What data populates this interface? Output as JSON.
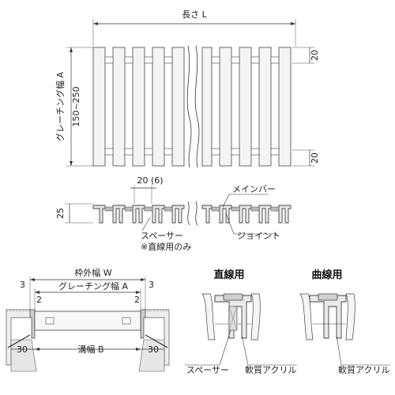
{
  "top_view": {
    "length_label": "長さ L",
    "width_label": "グレーチング幅 A",
    "width_range": "150~250",
    "dim_top_right": "20",
    "dim_bottom_right": "20"
  },
  "section_view": {
    "pitch_label": "20 (6)",
    "height_label": "25",
    "main_bar_label": "メインバー",
    "spacer_label": "スペーサー",
    "spacer_note": "※直線用のみ",
    "joint_label": "ジョイント"
  },
  "install_view": {
    "frame_width_label": "枠外幅 W",
    "grating_width_label": "グレーチング幅 A",
    "gap_left": "3",
    "gap_right": "3",
    "gap_left_inner": "2",
    "gap_right_inner": "2",
    "channel_width_label": "溝幅 B",
    "margin_left": "30",
    "margin_right": "30"
  },
  "detail_straight": {
    "title": "直線用",
    "spacer_label": "スペーサー",
    "acrylic_label": "軟質アクリル"
  },
  "detail_curved": {
    "title": "曲線用",
    "acrylic_label": "軟質アクリル"
  }
}
